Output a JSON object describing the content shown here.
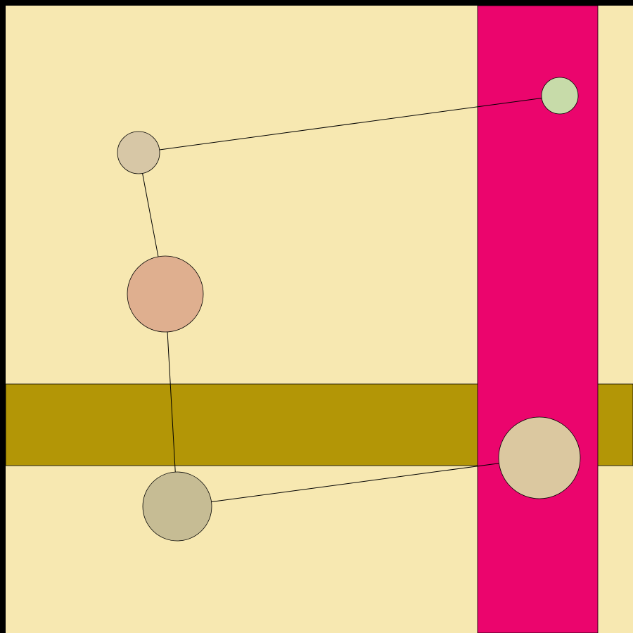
{
  "colors": {
    "frame": "#000000",
    "background": "#f7e8b1",
    "horizontal_band": "#b39606",
    "vertical_band": "#eb056d",
    "edge": "#000000"
  },
  "nodes": [
    {
      "id": "node-1",
      "fill": "#c7dba9"
    },
    {
      "id": "node-2",
      "fill": "#d7c7a6"
    },
    {
      "id": "node-3",
      "fill": "#dfaf8f"
    },
    {
      "id": "node-4",
      "fill": "#c6bc94"
    },
    {
      "id": "node-5",
      "fill": "#dbc8a0"
    }
  ],
  "edges": [
    [
      "node-1",
      "node-2"
    ],
    [
      "node-2",
      "node-3"
    ],
    [
      "node-3",
      "node-4"
    ],
    [
      "node-4",
      "node-5"
    ]
  ]
}
